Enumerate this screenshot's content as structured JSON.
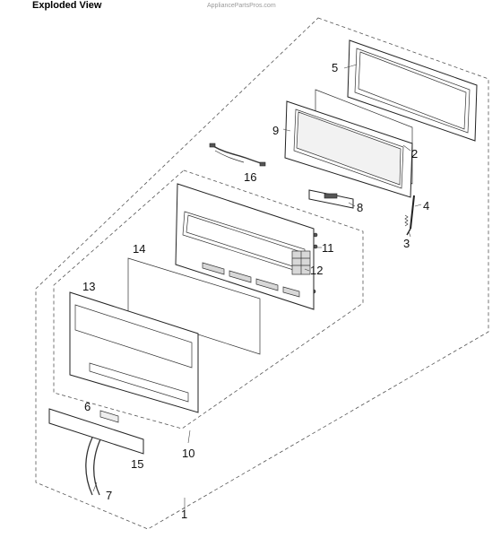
{
  "header": {
    "title": "Exploded View",
    "watermark": "AppliancePartsPros.com"
  },
  "callouts": [
    {
      "id": "1",
      "label": "1"
    },
    {
      "id": "2",
      "label": "2"
    },
    {
      "id": "3",
      "label": "3"
    },
    {
      "id": "4",
      "label": "4"
    },
    {
      "id": "5",
      "label": "5"
    },
    {
      "id": "6",
      "label": "6"
    },
    {
      "id": "7",
      "label": "7"
    },
    {
      "id": "8",
      "label": "8"
    },
    {
      "id": "9",
      "label": "9"
    },
    {
      "id": "10",
      "label": "10"
    },
    {
      "id": "11",
      "label": "11"
    },
    {
      "id": "12",
      "label": "12"
    },
    {
      "id": "13",
      "label": "13"
    },
    {
      "id": "14",
      "label": "14"
    },
    {
      "id": "15",
      "label": "15"
    },
    {
      "id": "16",
      "label": "16"
    }
  ]
}
